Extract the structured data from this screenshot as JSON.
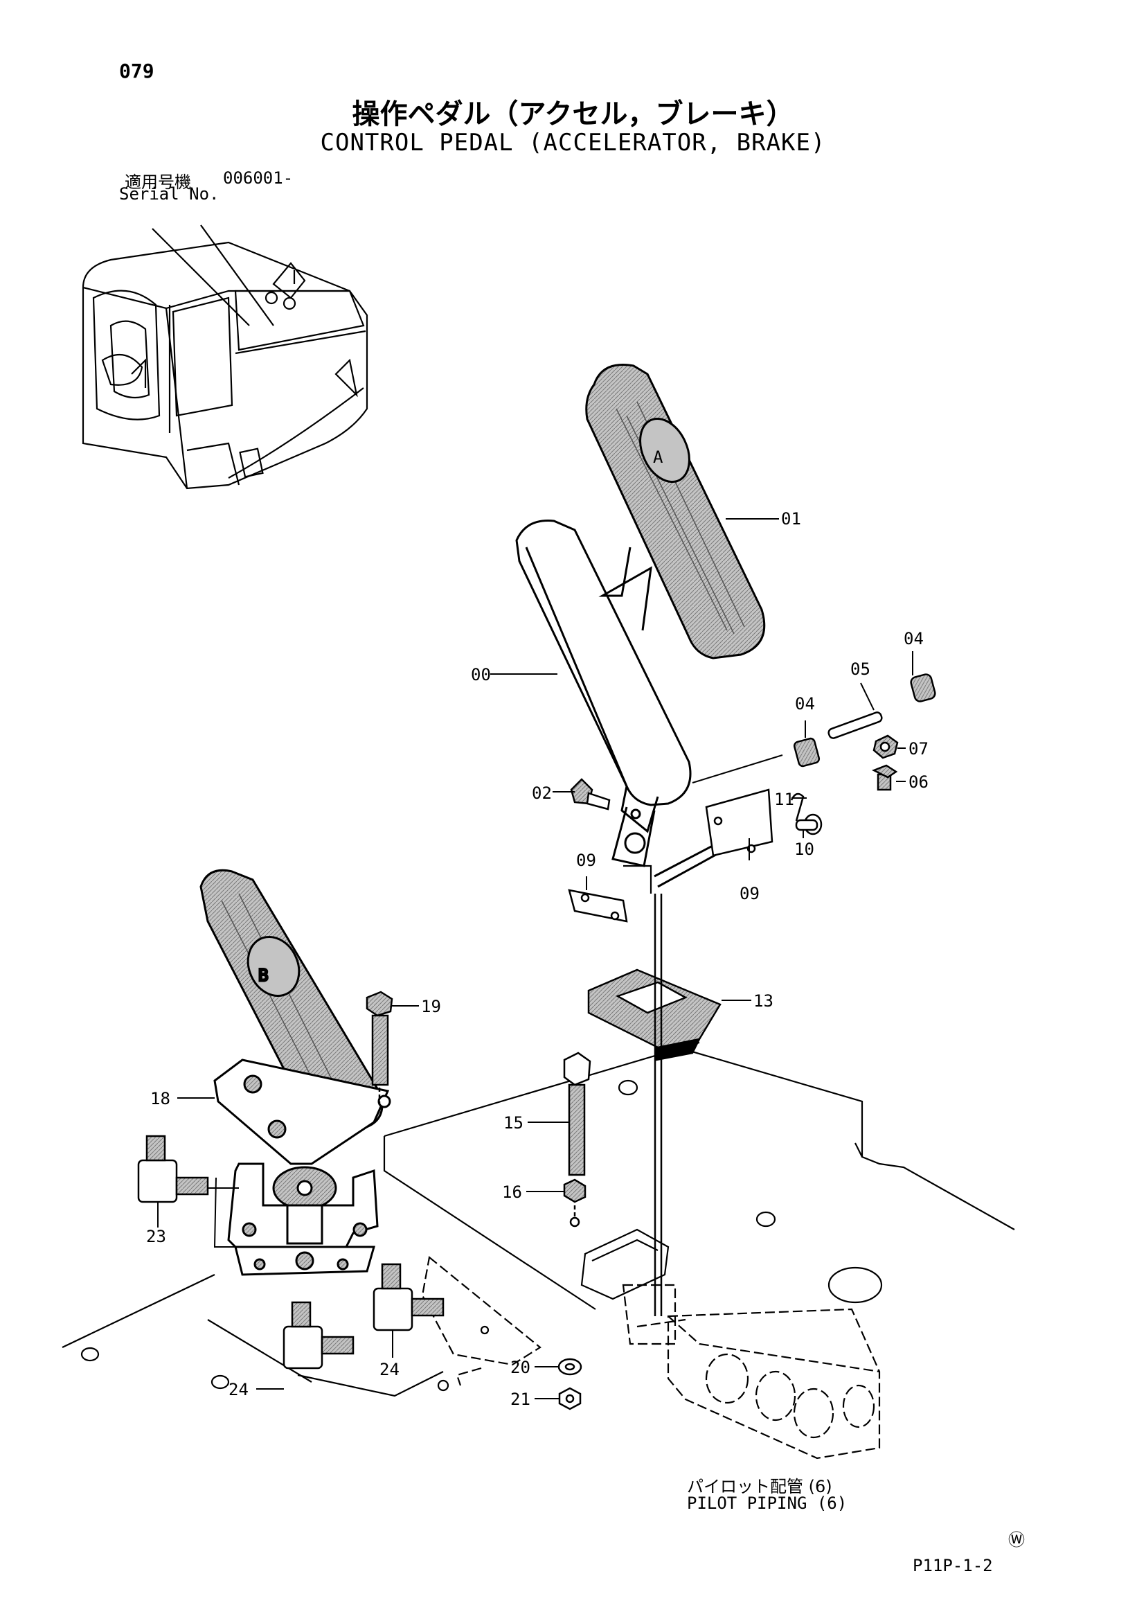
{
  "header": {
    "page_number": "079",
    "title_ja": "操作ペダル（アクセル，ブレーキ）",
    "title_en": "CONTROL PEDAL (ACCELERATOR, BRAKE)",
    "serial_label_ja": "適用号機",
    "serial_number": "006001-",
    "serial_label_en": "Serial No."
  },
  "pedal_marks": {
    "accelerator": "A",
    "brake": "B"
  },
  "callouts": {
    "c00": "00",
    "c01": "01",
    "c02": "02",
    "c04a": "04",
    "c04b": "04",
    "c05": "05",
    "c06": "06",
    "c07": "07",
    "c09a": "09",
    "c09b": "09",
    "c10": "10",
    "c11": "11",
    "c13": "13",
    "c15": "15",
    "c16": "16",
    "c18": "18",
    "c19": "19",
    "c20": "20",
    "c21": "21",
    "c23": "23",
    "c24a": "24",
    "c24b": "24"
  },
  "notes": {
    "pilot_piping_ja": "パイロット配管 (6)",
    "pilot_piping_en": "PILOT PIPING (6)"
  },
  "footer": {
    "w_mark": "Ⓦ",
    "diagram_code": "P11P-1-2"
  }
}
